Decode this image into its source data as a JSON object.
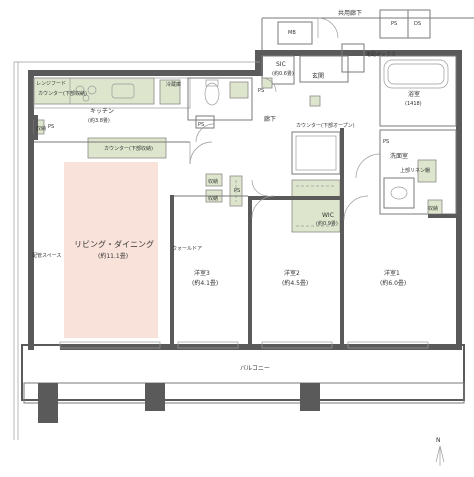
{
  "rooms": {
    "common_corridor": "共用廊下",
    "mb": "MB",
    "ps": "PS",
    "ds": "DS",
    "sic": "SIC",
    "sic_size": "(約0.6畳)",
    "entrance": "玄関",
    "delivery_box": "宅配ボックス",
    "kitchen": "キッチン",
    "kitchen_size": "(約3.8畳)",
    "counter_lower_storage": "カウンター(下部収納)",
    "counter_kitchen": "カウンター(下部収納)",
    "storage": "収納",
    "bathroom": "浴室",
    "bathroom_size": "(1418)",
    "corridor": "廊下",
    "counter_lower_open": "カウンター(下部オープン)",
    "washroom": "洗面室",
    "upper_linen": "上部リネン棚",
    "wic": "WIC",
    "wic_size": "(約0.9畳)",
    "ldk": "リビング・ダイニング",
    "ldk_size": "(約11.1畳)",
    "piping_space": "配管スペース",
    "wall_door": "ウォールドア",
    "western3": "洋室3",
    "western3_size": "(約4.1畳)",
    "western2": "洋室2",
    "western2_size": "(約4.5畳)",
    "western1": "洋室1",
    "western1_size": "(約6.0畳)",
    "balcony": "バルコニー",
    "north": "N",
    "fridge": "冷蔵庫",
    "range_hood": "レンジフード"
  }
}
